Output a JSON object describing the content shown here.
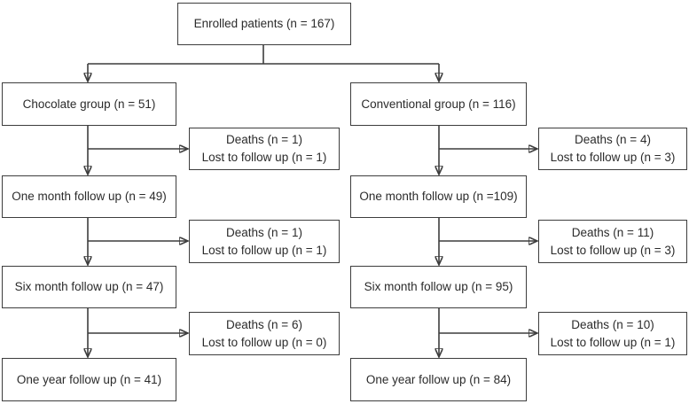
{
  "diagram": {
    "enrolled_label": "Enrolled patients (n = 167)",
    "left": {
      "group_label": "Chocolate group (n = 51)",
      "followups": [
        "One month follow up (n = 49)",
        "Six month follow up (n = 47)",
        "One year follow up (n = 41)"
      ],
      "dropouts": [
        {
          "deaths": "Deaths (n = 1)",
          "lost": "Lost to follow up (n = 1)"
        },
        {
          "deaths": "Deaths (n = 1)",
          "lost": "Lost to follow up (n = 1)"
        },
        {
          "deaths": "Deaths (n = 6)",
          "lost": "Lost to follow up (n = 0)"
        }
      ]
    },
    "right": {
      "group_label": "Conventional group (n = 116)",
      "followups": [
        "One month follow up (n =109)",
        "Six month follow up (n = 95)",
        "One year follow up (n = 84)"
      ],
      "dropouts": [
        {
          "deaths": "Deaths (n = 4)",
          "lost": "Lost to follow up (n = 3)"
        },
        {
          "deaths": "Deaths (n = 11)",
          "lost": "Lost to follow up (n = 3)"
        },
        {
          "deaths": "Deaths (n = 10)",
          "lost": "Lost to follow up (n = 1)"
        }
      ]
    },
    "colors": {
      "border": "#3d3d3d",
      "line": "#3d3d3d",
      "text": "#2b2b2b",
      "background": "#ffffff"
    }
  }
}
